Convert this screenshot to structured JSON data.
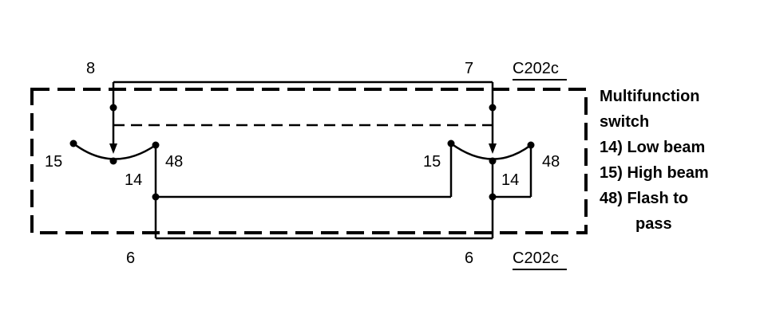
{
  "pins": {
    "left_top": "8",
    "right_top": "7",
    "left_bottom": "6",
    "right_bottom": "6"
  },
  "connector": {
    "top": "C202c",
    "bottom": "C202c"
  },
  "left_switch": {
    "pos_15": "15",
    "pos_14": "14",
    "pos_48": "48"
  },
  "right_switch": {
    "pos_15": "15",
    "pos_14": "14",
    "pos_48": "48"
  },
  "legend": {
    "title_line1": "Multifunction",
    "title_line2": "switch",
    "item_14": "14) Low beam",
    "item_15": "15) High beam",
    "item_48_line1": "48) Flash to",
    "item_48_line2": "pass"
  }
}
